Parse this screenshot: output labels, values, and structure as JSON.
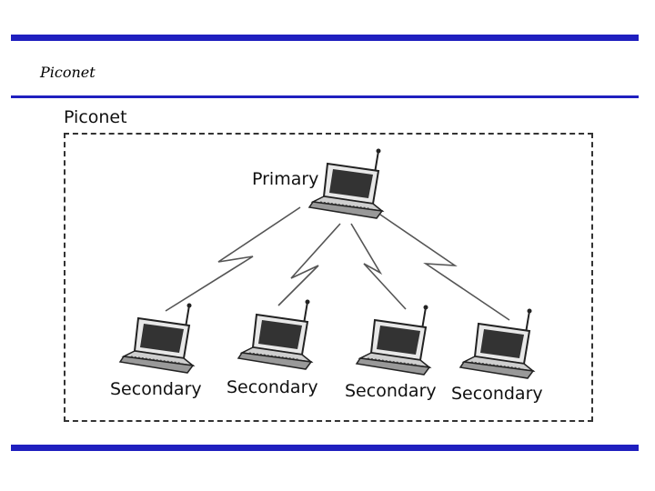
{
  "header": {
    "title": "Piconet"
  },
  "diagram": {
    "group_label": "Piconet",
    "primary": {
      "label": "Primary"
    },
    "secondaries": [
      {
        "label": "Secondary"
      },
      {
        "label": "Secondary"
      },
      {
        "label": "Secondary"
      },
      {
        "label": "Secondary"
      }
    ]
  },
  "colors": {
    "accent_bar": "#1f1fbf",
    "line": "#555555"
  },
  "icons": {
    "node": "laptop-icon",
    "link": "lightning-bolt-icon"
  }
}
